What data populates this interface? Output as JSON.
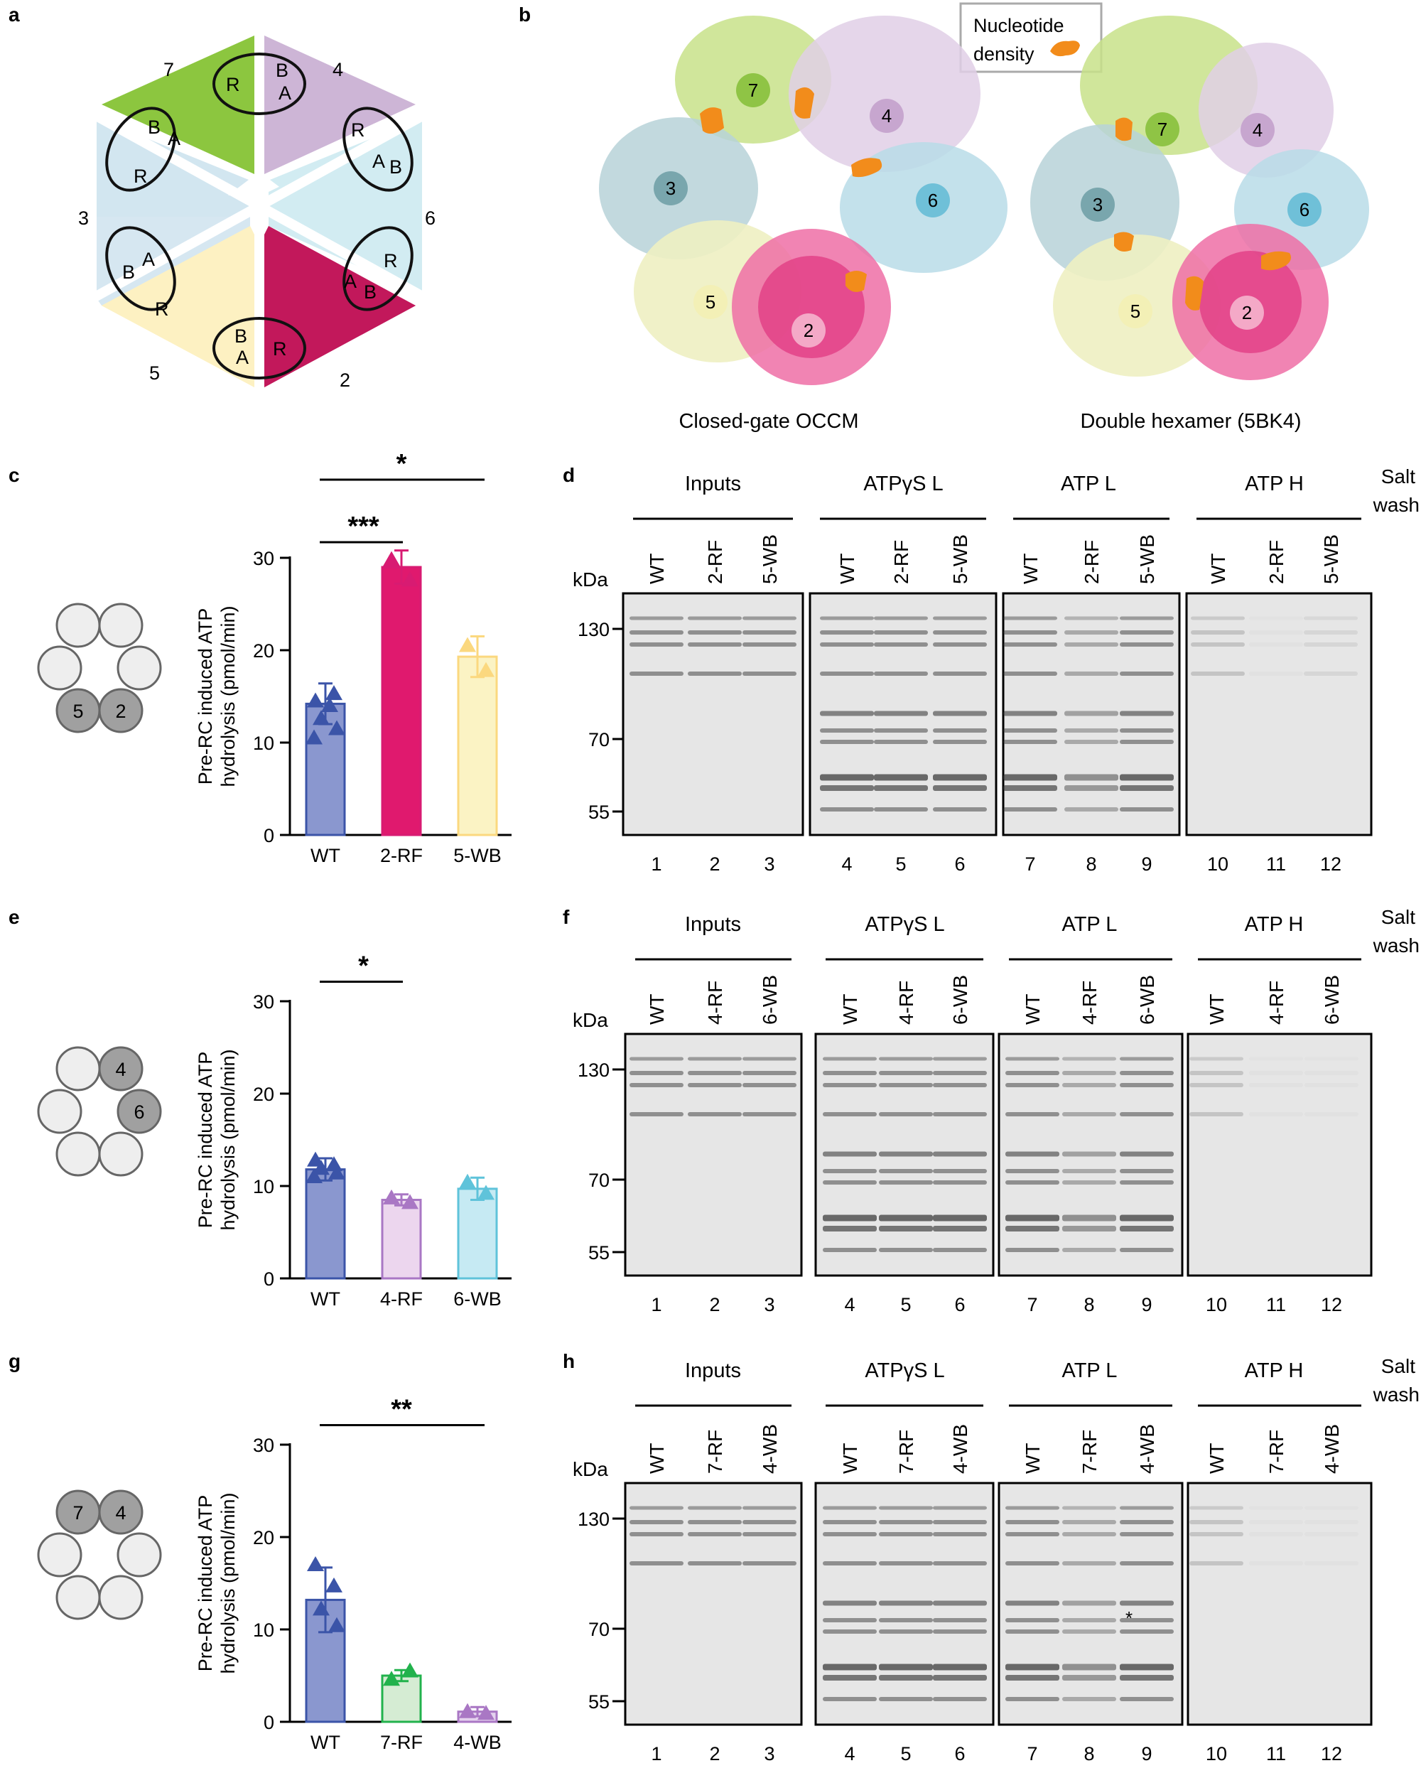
{
  "panel_letters": [
    "a",
    "b",
    "c",
    "d",
    "e",
    "f",
    "g",
    "h"
  ],
  "panel_a": {
    "outer_numbers": [
      "7",
      "4",
      "6",
      "2",
      "5",
      "3"
    ],
    "ovals": [
      {
        "upper": "R",
        "lower": "B A"
      },
      {
        "upper": "R",
        "lower": "A B"
      },
      {
        "upper": "R",
        "lower": "A B"
      },
      {
        "upper": "B A",
        "lower": "R"
      },
      {
        "upper": "B A",
        "lower": "R"
      },
      {
        "upper": "B A",
        "lower": "R"
      }
    ],
    "letters": {
      "top_left_R": "R",
      "top_right_B": "B",
      "top_right_A": "A",
      "right_upper_R": "R",
      "right_upper_A": "A",
      "right_upper_B": "B",
      "right_lower_R": "R",
      "right_lower_A": "A",
      "right_lower_B": "B",
      "bottom_B": "B",
      "bottom_A": "A",
      "bottom_R": "R",
      "left_lower_B": "B",
      "left_lower_A": "A",
      "left_lower_R": "R",
      "left_upper_B": "B",
      "left_upper_A": "A",
      "left_upper_R": "R"
    },
    "colors": {
      "7": "#8cc63f",
      "4": "#cdb5d6",
      "6": "#d2ecf2",
      "2": "#c2185b",
      "5": "#fdf1c2",
      "3": "#d2e6f0"
    }
  },
  "panel_b": {
    "legend_line1": "Nucleotide",
    "legend_line2": "density",
    "left_caption": "Closed-gate OCCM",
    "right_caption": "Double hexamer (5BK4)",
    "subunit_labels": [
      "7",
      "4",
      "3",
      "6",
      "5",
      "2"
    ],
    "nucleotide_color": "#f28c1b"
  },
  "charts": [
    {
      "ylabel_line1": "Pre-RC induced ATP",
      "ylabel_line2": "hydrolysis (pmol/min)",
      "ticks": [
        "0",
        "10",
        "20",
        "30"
      ],
      "categories": [
        "WT",
        "2-RF",
        "5-WB"
      ],
      "circle_labels": [
        "5",
        "2"
      ],
      "significance": [
        {
          "label": "***"
        },
        {
          "label": "*"
        }
      ]
    },
    {
      "ylabel_line1": "Pre-RC induced ATP",
      "ylabel_line2": "hydrolysis (pmol/min)",
      "ticks": [
        "0",
        "10",
        "20",
        "30"
      ],
      "categories": [
        "WT",
        "4-RF",
        "6-WB"
      ],
      "circle_labels": [
        "4",
        "6"
      ],
      "significance": [
        {
          "label": "*"
        }
      ]
    },
    {
      "ylabel_line1": "Pre-RC induced ATP",
      "ylabel_line2": "hydrolysis (pmol/min)",
      "ticks": [
        "0",
        "10",
        "20",
        "30"
      ],
      "categories": [
        "WT",
        "7-RF",
        "4-WB"
      ],
      "circle_labels": [
        "7",
        "4"
      ],
      "significance": [
        {
          "label": "**"
        }
      ]
    }
  ],
  "chart_data": [
    {
      "type": "bar",
      "categories": [
        "WT",
        "2-RF",
        "5-WB"
      ],
      "values": [
        14.2,
        29.0,
        19.3
      ],
      "errors": [
        2.2,
        1.8,
        2.2
      ],
      "points": [
        [
          14.5,
          15.3,
          12.6,
          11.5,
          10.5,
          14.0
        ],
        [
          29.8,
          27.6
        ],
        [
          20.5,
          17.8
        ]
      ],
      "ylabel": "Pre-RC induced ATP hydrolysis (pmol/min)",
      "ylim": [
        0,
        30
      ],
      "colors": [
        "#3b54a8",
        "#d81b72",
        "#fbd87f"
      ],
      "fills": [
        "#8a97cf",
        "#e0196e",
        "#fbf3c4"
      ]
    },
    {
      "type": "bar",
      "categories": [
        "WT",
        "4-RF",
        "6-WB"
      ],
      "values": [
        11.8,
        8.5,
        9.7
      ],
      "errors": [
        1.2,
        0.6,
        1.2
      ],
      "points": [
        [
          12.8,
          12.3,
          11.9,
          11.4,
          11.0
        ],
        [
          8.7,
          8.2
        ],
        [
          10.4,
          9.2
        ]
      ],
      "ylabel": "Pre-RC induced ATP hydrolysis (pmol/min)",
      "ylim": [
        0,
        30
      ],
      "colors": [
        "#3b54a8",
        "#a977c4",
        "#5fc3da"
      ],
      "fills": [
        "#8a97cf",
        "#ecd6ee",
        "#c6eaf3"
      ]
    },
    {
      "type": "bar",
      "categories": [
        "WT",
        "7-RF",
        "4-WB"
      ],
      "values": [
        13.2,
        5.0,
        1.1
      ],
      "errors": [
        3.5,
        0.6,
        0.5
      ],
      "points": [
        [
          17.0,
          14.7,
          12.2,
          10.4
        ],
        [
          4.6,
          5.5
        ],
        [
          1.1,
          0.9
        ]
      ],
      "ylabel": "Pre-RC induced ATP hydrolysis (pmol/min)",
      "ylim": [
        0,
        30
      ],
      "colors": [
        "#3b54a8",
        "#22b24c",
        "#a977c4"
      ],
      "fills": [
        "#8a97cf",
        "#d5ecd3",
        "#e4d2ee"
      ]
    }
  ],
  "gels": [
    {
      "group_labels": [
        "Inputs",
        "ATPγS L",
        "ATP L",
        "ATP H"
      ],
      "lane_names": [
        "WT",
        "2-RF",
        "5-WB",
        "WT",
        "2-RF",
        "5-WB",
        "WT",
        "2-RF",
        "5-WB",
        "WT",
        "2-RF",
        "5-WB"
      ],
      "lane_numbers": [
        "1",
        "2",
        "3",
        "4",
        "5",
        "6",
        "7",
        "8",
        "9",
        "10",
        "11",
        "12"
      ],
      "kda": "kDa",
      "markers": [
        "130",
        "70",
        "55"
      ],
      "salt1": "Salt",
      "salt2": "wash"
    },
    {
      "group_labels": [
        "Inputs",
        "ATPγS L",
        "ATP L",
        "ATP H"
      ],
      "lane_names": [
        "WT",
        "4-RF",
        "6-WB",
        "WT",
        "4-RF",
        "6-WB",
        "WT",
        "4-RF",
        "6-WB",
        "WT",
        "4-RF",
        "6-WB"
      ],
      "lane_numbers": [
        "1",
        "2",
        "3",
        "4",
        "5",
        "6",
        "7",
        "8",
        "9",
        "10",
        "11",
        "12"
      ],
      "kda": "kDa",
      "markers": [
        "130",
        "70",
        "55"
      ],
      "salt1": "Salt",
      "salt2": "wash"
    },
    {
      "group_labels": [
        "Inputs",
        "ATPγS L",
        "ATP L",
        "ATP H"
      ],
      "lane_names": [
        "WT",
        "7-RF",
        "4-WB",
        "WT",
        "7-RF",
        "4-WB",
        "WT",
        "7-RF",
        "4-WB",
        "WT",
        "7-RF",
        "4-WB"
      ],
      "lane_numbers": [
        "1",
        "2",
        "3",
        "4",
        "5",
        "6",
        "7",
        "8",
        "9",
        "10",
        "11",
        "12"
      ],
      "kda": "kDa",
      "markers": [
        "130",
        "70",
        "55"
      ],
      "salt1": "Salt",
      "salt2": "wash",
      "asterisk": "*"
    }
  ]
}
